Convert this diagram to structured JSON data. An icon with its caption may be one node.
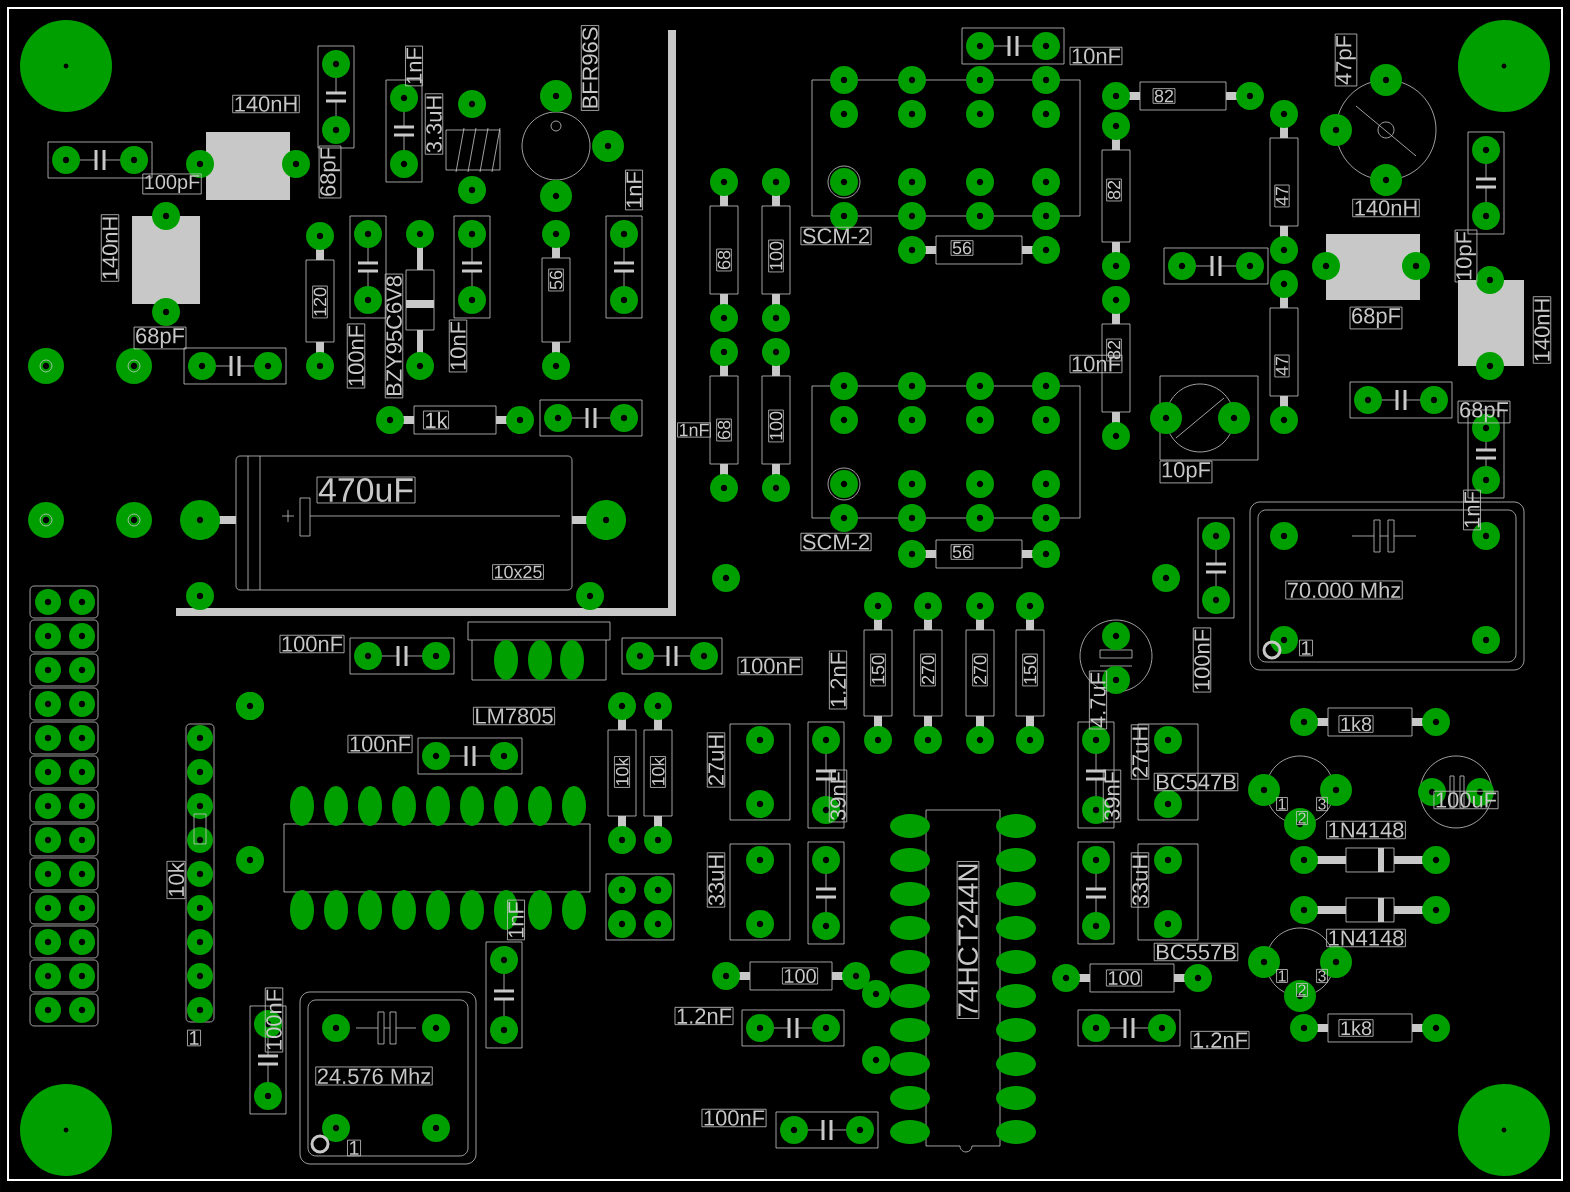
{
  "diagram": {
    "labels": [
      "140nH",
      "1nF",
      "BFR96S",
      "3.3uH",
      "100pF",
      "68pF",
      "1nF",
      "140nH",
      "120",
      "100nF",
      "BZY95C6V8",
      "10nF",
      "56",
      "68pF",
      "1k",
      "1nF",
      "470uF",
      "10x25",
      "10nF",
      "82",
      "47pF",
      "68",
      "100",
      "82",
      "47",
      "SCM-2",
      "56",
      "140nH",
      "68pF",
      "140nH",
      "10nF",
      "82",
      "47",
      "68",
      "100",
      "68pF",
      "10pF",
      "SCM-2",
      "56",
      "1nF",
      "10pF",
      "70.000 Mhz",
      "100nF",
      "100nF",
      "1",
      "LM7805",
      "1.2nF",
      "150",
      "270",
      "270",
      "150",
      "4.7uF",
      "100nF",
      "100nF",
      "27uH",
      "39nF",
      "39nF",
      "27uH",
      "BC547B",
      "1k8",
      "100uF",
      "1N4148",
      "10k",
      "10k",
      "10k",
      "1nF",
      "33uH",
      "33uH",
      "74HCT244N",
      "1N4148",
      "BC557B",
      "100nF",
      "100",
      "100",
      "1.2nF",
      "1.2nF",
      "1k8",
      "24.576 Mhz",
      "1",
      "1",
      "100nF",
      "1",
      "2",
      "3",
      "1",
      "2",
      "3"
    ]
  }
}
